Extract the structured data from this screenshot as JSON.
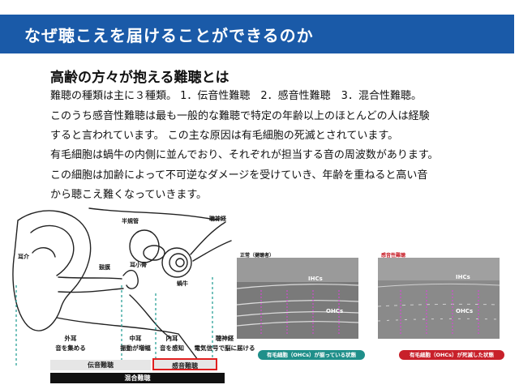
{
  "banner": {
    "title": "なぜ聴こえを届けることができるのか"
  },
  "section": {
    "heading": "高齢の方々が抱える難聴とは",
    "paragraph1": [
      "難聴の種類は主に３種類。 1．伝音性難聴　2．感音性難聴　3．混合性難聴。",
      "このうち感音性難聴は最も一般的な難聴で特定の年齢以上のほとんどの人は経験",
      "すると言われています。 この主な原因は有毛細胞の死滅とされています。"
    ],
    "paragraph2": [
      "有毛細胞は蝸牛の内側に並んでおり、それぞれが担当する音の周波数があります。",
      "この細胞は加齢によって不可逆なダメージを受けていき、年齢を重ねると高い音",
      "から聴こえ難くなっていきます。"
    ]
  },
  "ear_diagram": {
    "labels": {
      "semicircular": "半規管",
      "auditory_nerve": "聴神経",
      "auricle": "耳介",
      "eardrum": "鼓膜",
      "ossicles": "耳小骨",
      "cochlea": "蝸牛"
    },
    "columns": [
      {
        "name": "外耳",
        "desc": "音を集める"
      },
      {
        "name": "中耳",
        "desc": "振動が増幅"
      },
      {
        "name": "内耳",
        "desc": "音を感知"
      },
      {
        "name": "聴神経",
        "desc": "電気信号で脳に届ける"
      }
    ],
    "bars": {
      "conductive": "伝音難聴",
      "sensorineural": "感音難聴",
      "mixed": "混合難聴"
    }
  },
  "micrographs": {
    "healthy_title": "正常（健聴者）",
    "damaged_title": "感音性難聴",
    "ihc_label": "IHCs",
    "ohc_label": "OHCs",
    "healthy_caption": "有毛細胞（OHCs）が揃っている状態",
    "damaged_caption": "有毛細胞（OHCs）が死滅した状態"
  },
  "colors": {
    "banner": "#1a5aa8",
    "highlight": "#e02020",
    "healthy": "#1f8f8a",
    "damaged": "#c8202a",
    "arrow": "#e040e0"
  }
}
